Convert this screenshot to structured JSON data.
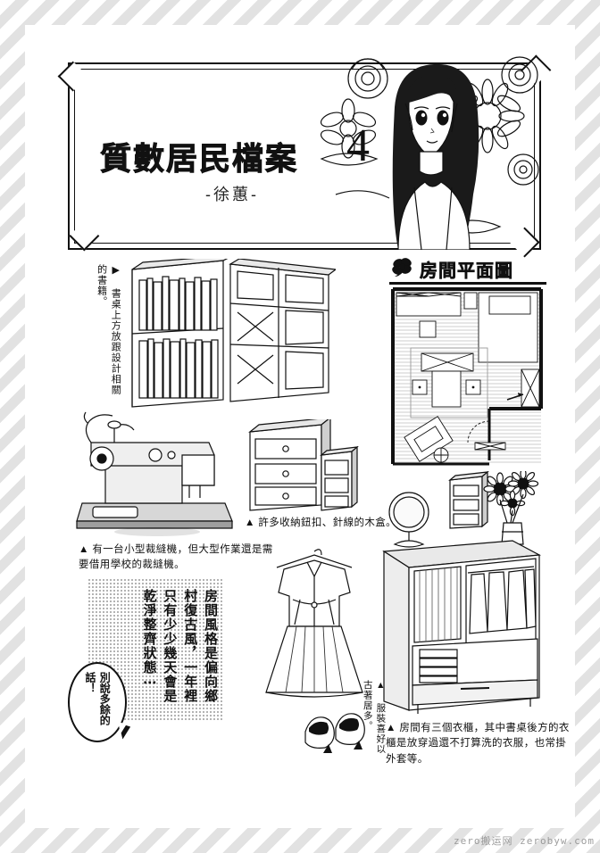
{
  "page": {
    "background_stripes": "#e2e2e2",
    "paper": "#ffffff",
    "ink": "#111111"
  },
  "title_plate": {
    "main_title": "質數居民檔案",
    "number": "4",
    "subtitle": "-徐蕙-"
  },
  "room_plan": {
    "heading": "房間平面圖",
    "flower_icon": "flower-icon"
  },
  "captions": {
    "bookshelf": "▶ 書桌上方放跟設計相關的書籍。",
    "sewing_machine": "▲ 有一台小型裁縫機，但大型作業還是需要借用學校的裁縫機。",
    "drawer_box": "▲ 許多收納鈕扣、針線的木盒。",
    "closet": "▲ 房間有三個衣櫃，其中書桌後方的衣櫃是放穿過還不打算洗的衣服，也常掛外套等。",
    "dress": "▲ 服裝喜好以古著居多。"
  },
  "narration": {
    "body": "房間風格是偏向鄉村復古風，一年裡只有少少幾天會是乾淨整齊狀態⋯",
    "speech_bubble": "別說多餘的話！"
  },
  "watermark": {
    "text": "zero搬运网 zerobyw.com"
  },
  "illustrations": {
    "girl_with_flowers": "girl-portrait-illustration",
    "bookshelf": "bookshelf-illustration",
    "sewing_machine": "sewing-machine-illustration",
    "drawer_cabinet": "drawer-cabinet-illustration",
    "mirror": "round-mirror-illustration",
    "vase_flowers": "vase-with-flowers-illustration",
    "dress": "dress-illustration",
    "shoes": "shoes-illustration",
    "wardrobe": "wardrobe-illustration",
    "floor_plan": "room-floor-plan-illustration"
  }
}
